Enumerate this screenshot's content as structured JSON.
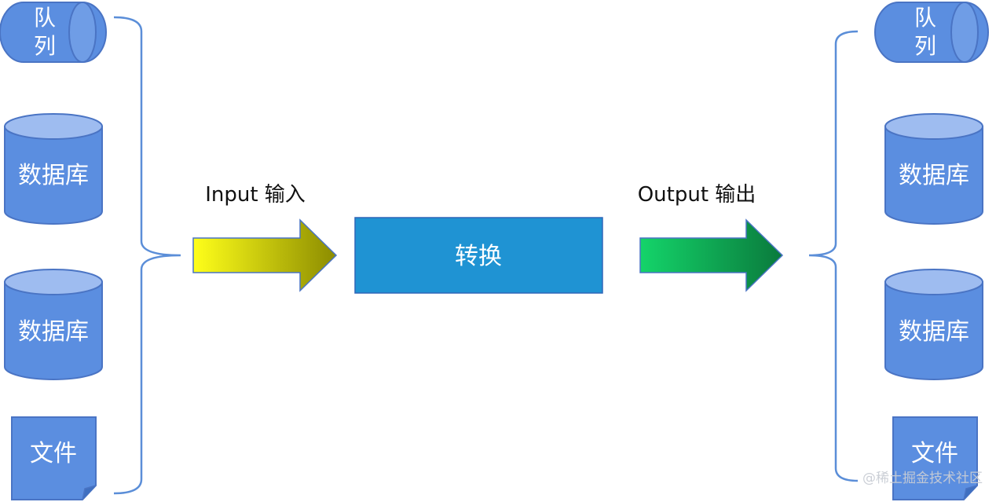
{
  "inputs": [
    {
      "type": "queue",
      "label_lines": [
        "队",
        "列"
      ]
    },
    {
      "type": "database",
      "label": "数据库"
    },
    {
      "type": "database",
      "label": "数据库"
    },
    {
      "type": "file",
      "label": "文件"
    }
  ],
  "outputs": [
    {
      "type": "queue",
      "label_lines": [
        "队",
        "列"
      ]
    },
    {
      "type": "database",
      "label": "数据库"
    },
    {
      "type": "database",
      "label": "数据库"
    },
    {
      "type": "file",
      "label": "文件"
    }
  ],
  "input_arrow": {
    "label": "Input 输入",
    "gradient_start": "#ffff1a",
    "gradient_end": "#8c8c00"
  },
  "transform": {
    "label": "转换",
    "color": "#1f93d3"
  },
  "output_arrow": {
    "label": "Output 输出",
    "gradient_start": "#14d46a",
    "gradient_end": "#0a7a3c"
  },
  "watermark": "@稀土掘金技术社区",
  "colors": {
    "shape_fill": "#5b8ee0",
    "shape_top": "#9ebcf0",
    "shape_stroke": "#4a74c4",
    "bracket": "#5b8ed8"
  }
}
